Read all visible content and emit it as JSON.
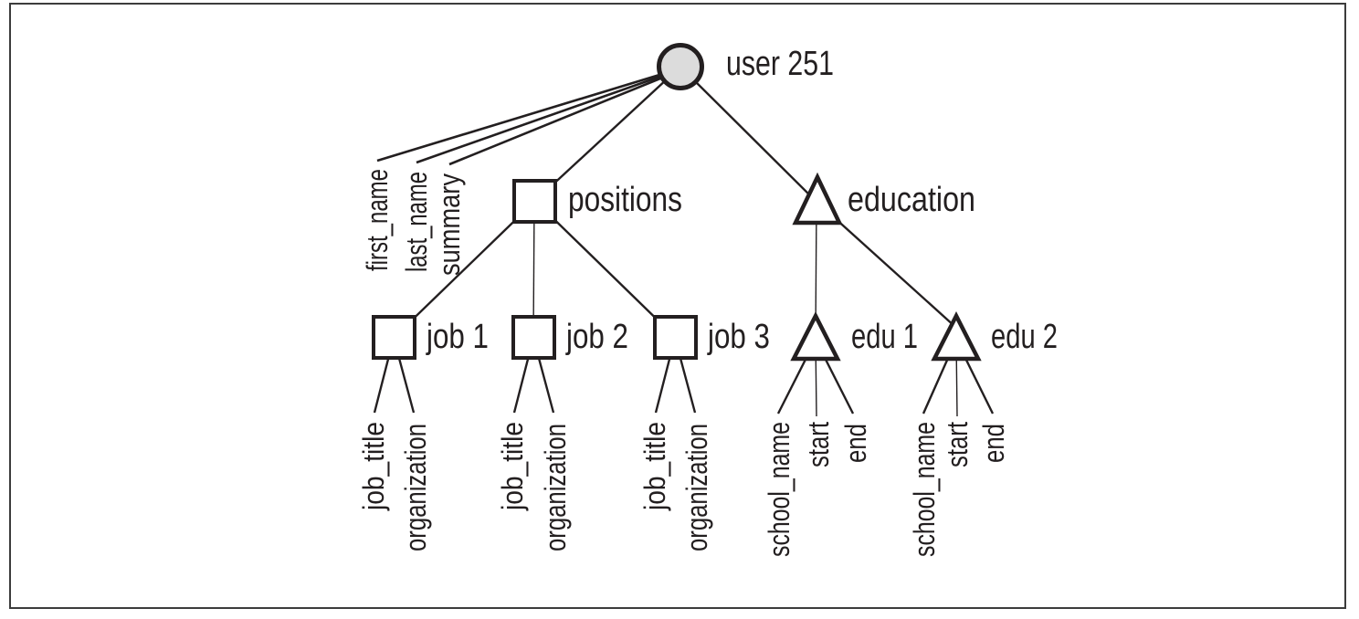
{
  "figure": {
    "description": "Tree diagram of a user record with positions and education subtrees",
    "colors": {
      "ink": "#231f20",
      "root_fill": "#dcdcdc",
      "node_fill": "#ffffff",
      "frame": "#3c3c3c",
      "background": "#ffffff"
    }
  },
  "tree": {
    "root_label": "user 251",
    "root_shape": "circle",
    "user_attributes": [
      "first_name",
      "last_name",
      "summary"
    ],
    "positions_label": "positions",
    "positions_shape": "square",
    "education_label": "education",
    "education_shape": "triangle",
    "jobs": [
      {
        "label": "job 1",
        "shape": "square",
        "fields": [
          "job_title",
          "organization"
        ]
      },
      {
        "label": "job 2",
        "shape": "square",
        "fields": [
          "job_title",
          "organization"
        ]
      },
      {
        "label": "job 3",
        "shape": "square",
        "fields": [
          "job_title",
          "organization"
        ]
      }
    ],
    "edus": [
      {
        "label": "edu 1",
        "shape": "triangle",
        "fields": [
          "school_name",
          "start",
          "end"
        ]
      },
      {
        "label": "edu 2",
        "shape": "triangle",
        "fields": [
          "school_name",
          "start",
          "end"
        ]
      }
    ]
  }
}
